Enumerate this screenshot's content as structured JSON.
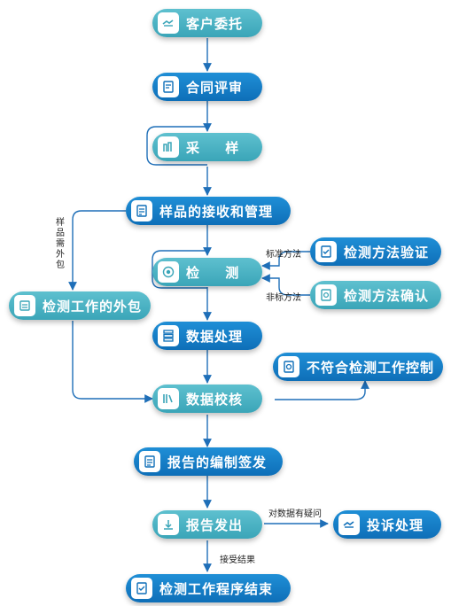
{
  "nodes": {
    "client_commission": "客户委托",
    "contract_review": "合同评审",
    "sampling": "采 样",
    "sample_receipt": "样品的接收和管理",
    "testing": "检 测",
    "method_verification": "检测方法验证",
    "method_confirmation": "检测方法确认",
    "outsourcing": "检测工作的外包",
    "data_processing": "数据处理",
    "data_check": "数据校核",
    "nonconforming_control": "不符合检测工作控制",
    "report_compile": "报告的编制签发",
    "report_issue": "报告发出",
    "complaint_handling": "投诉处理",
    "process_end": "检测工作程序结束"
  },
  "labels": {
    "standard_method": "标准方法",
    "nonstandard_method": "非标方法",
    "sample_outsourcing": "样品需外包",
    "data_doubt": "对数据有疑问",
    "accept_result": "接受结果"
  },
  "colors": {
    "primary": "#0e6fb8",
    "teal": "#3aa5b8",
    "arrow": "#1f6fb8"
  },
  "icons": {
    "client_commission": "handshake-icon",
    "contract_review": "contract-icon",
    "sampling": "sampling-icon",
    "sample_receipt": "checklist-icon",
    "testing": "target-icon",
    "method_verification": "verify-icon",
    "method_confirmation": "confirm-icon",
    "outsourcing": "outsource-icon",
    "data_processing": "database-icon",
    "data_check": "books-icon",
    "nonconforming_control": "control-icon",
    "report_compile": "report-icon",
    "report_issue": "download-icon",
    "complaint_handling": "handshake-icon",
    "process_end": "finish-icon"
  }
}
